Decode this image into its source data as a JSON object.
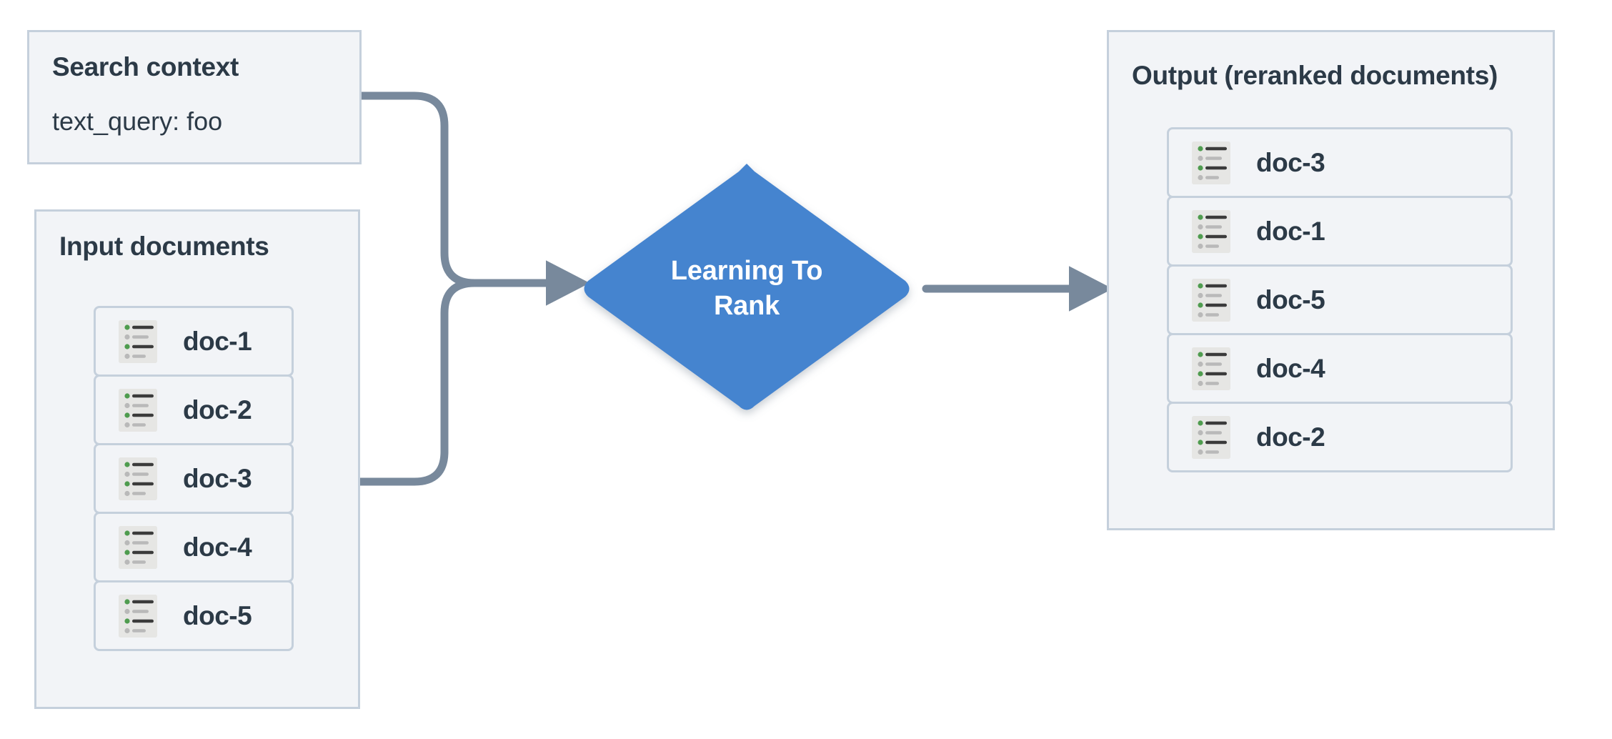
{
  "diagram": {
    "title": "Learning To Rank reranking flow",
    "colors": {
      "panel_bg": "#f2f4f7",
      "panel_border": "#c5d0dc",
      "text": "#2c3a47",
      "node_blue": "#4584cf",
      "connector": "#78899c",
      "icon_bg": "#e6e6e4",
      "icon_accent_green": "#4f9c4f",
      "icon_bar_dark": "#3b3b3b",
      "icon_bar_light": "#b9b9b9"
    }
  },
  "search_context": {
    "title": "Search context",
    "field_line": "text_query: foo"
  },
  "input_documents": {
    "title": "Input documents",
    "docs": [
      {
        "label": "doc-1",
        "icon": "document-list-icon"
      },
      {
        "label": "doc-2",
        "icon": "document-list-icon"
      },
      {
        "label": "doc-3",
        "icon": "document-list-icon"
      },
      {
        "label": "doc-4",
        "icon": "document-list-icon"
      },
      {
        "label": "doc-5",
        "icon": "document-list-icon"
      }
    ]
  },
  "process_node": {
    "label": "Learning To Rank",
    "label_line_1": "Learning To",
    "label_line_2": "Rank",
    "shape": "diamond"
  },
  "output": {
    "title": "Output (reranked documents)",
    "docs": [
      {
        "label": "doc-3",
        "icon": "document-list-icon"
      },
      {
        "label": "doc-1",
        "icon": "document-list-icon"
      },
      {
        "label": "doc-5",
        "icon": "document-list-icon"
      },
      {
        "label": "doc-4",
        "icon": "document-list-icon"
      },
      {
        "label": "doc-2",
        "icon": "document-list-icon"
      }
    ]
  },
  "connectors": [
    {
      "name": "search-context-to-ltr",
      "from": "Search context",
      "to": "Learning To Rank",
      "arrow": true
    },
    {
      "name": "input-documents-to-ltr",
      "from": "Input documents",
      "to": "Learning To Rank",
      "arrow": true
    },
    {
      "name": "ltr-to-output",
      "from": "Learning To Rank",
      "to": "Output (reranked documents)",
      "arrow": true
    }
  ]
}
